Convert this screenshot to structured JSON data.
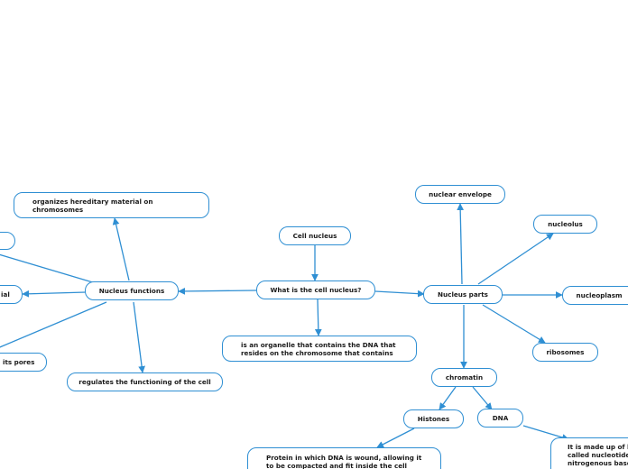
{
  "nodes": {
    "cell_nucleus": "Cell nucleus",
    "what_is": "What is the cell nucleus?",
    "what_is_answer": "is an organelle that contains the DNA that resides on the chromosome that contains",
    "nucleus_functions": "Nucleus functions",
    "organizes": "organizes hereditary material on chromosomes",
    "regulates": "regulates the functioning of the cell",
    "partial_material": "ial",
    "partial_pores": "its pores",
    "partial_top": "",
    "nucleus_parts": "Nucleus parts",
    "nuclear_envelope": "nuclear envelope",
    "nucleolus": "nucleolus",
    "nucleoplasm": "nucleoplasm",
    "ribosomes": "ribosomes",
    "chromatin": "chromatin",
    "histones": "Histones",
    "histones_desc": "Protein in which DNA is wound, allowing it to be compacted and fit inside the cell",
    "dna": "DNA",
    "dna_desc": "It is made up of l called nucleotide nitrogenous base"
  },
  "colors": {
    "line": "#2f8fd3",
    "border": "#2f8fd3",
    "text": "#1a1a1a"
  }
}
